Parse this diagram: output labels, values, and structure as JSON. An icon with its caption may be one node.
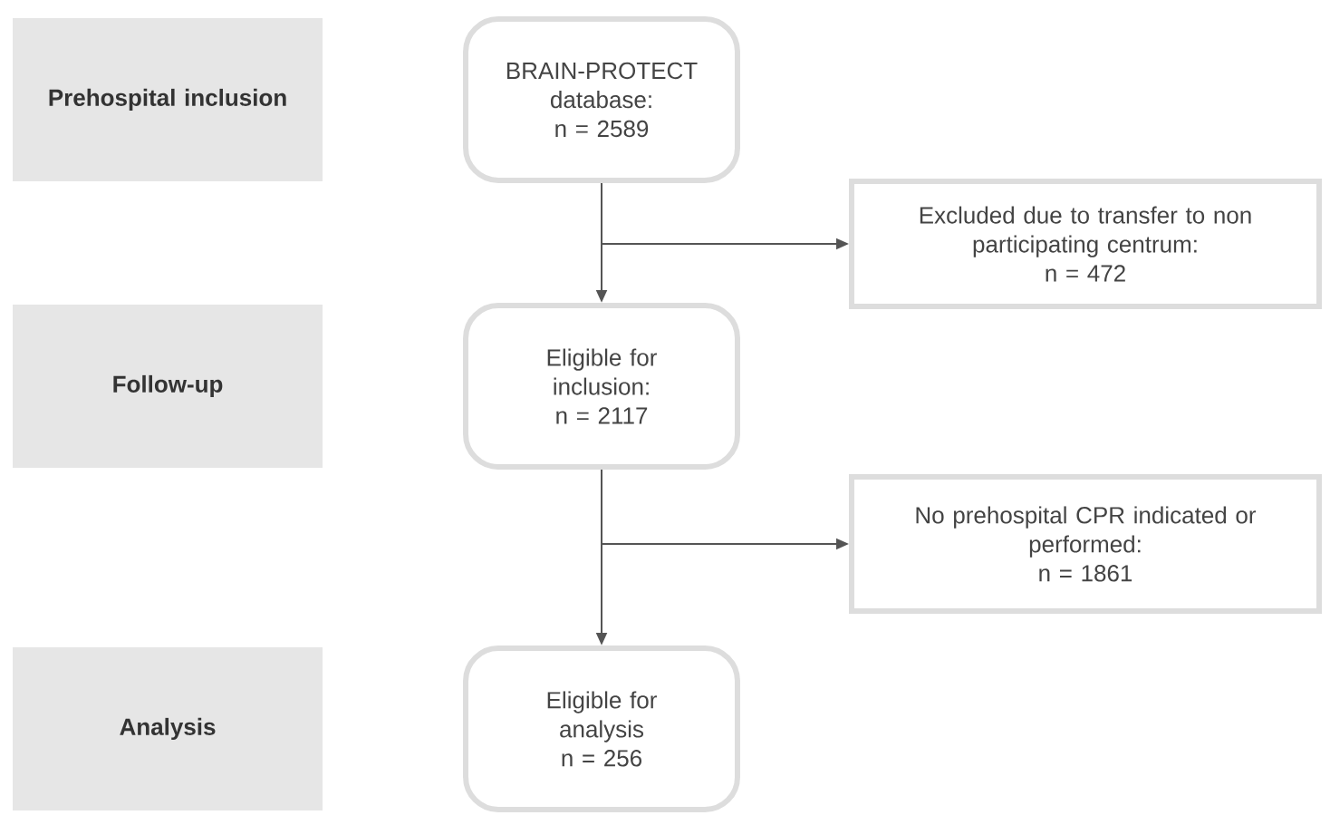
{
  "diagram": {
    "nodes": [
      {
        "text": [
          "Prehospital inclusion"
        ]
      },
      {
        "text": [
          "BRAIN-PROTECT database: n = 2589"
        ]
      },
      {
        "text": [
          "Excluded due to transfer to non participating centrum: n = 472"
        ]
      },
      {
        "text": [
          "Follow-up"
        ]
      },
      {
        "text": [
          "Eligible for inclusion: n = 2117"
        ]
      },
      {
        "text": [
          "No prehospital CPR indicated or performed: n = 1861"
        ]
      },
      {
        "text": [
          "Analysis"
        ]
      },
      {
        "text": [
          "Eligible for analysis n = 256"
        ]
      }
    ],
    "edges": [
      {
        "from": 1,
        "to": 4,
        "arrow": "to"
      },
      {
        "from": 1,
        "to": 2,
        "arrow": "to"
      },
      {
        "from": 4,
        "to": 7,
        "arrow": "to"
      },
      {
        "from": 4,
        "to": 5,
        "arrow": "to"
      }
    ]
  }
}
